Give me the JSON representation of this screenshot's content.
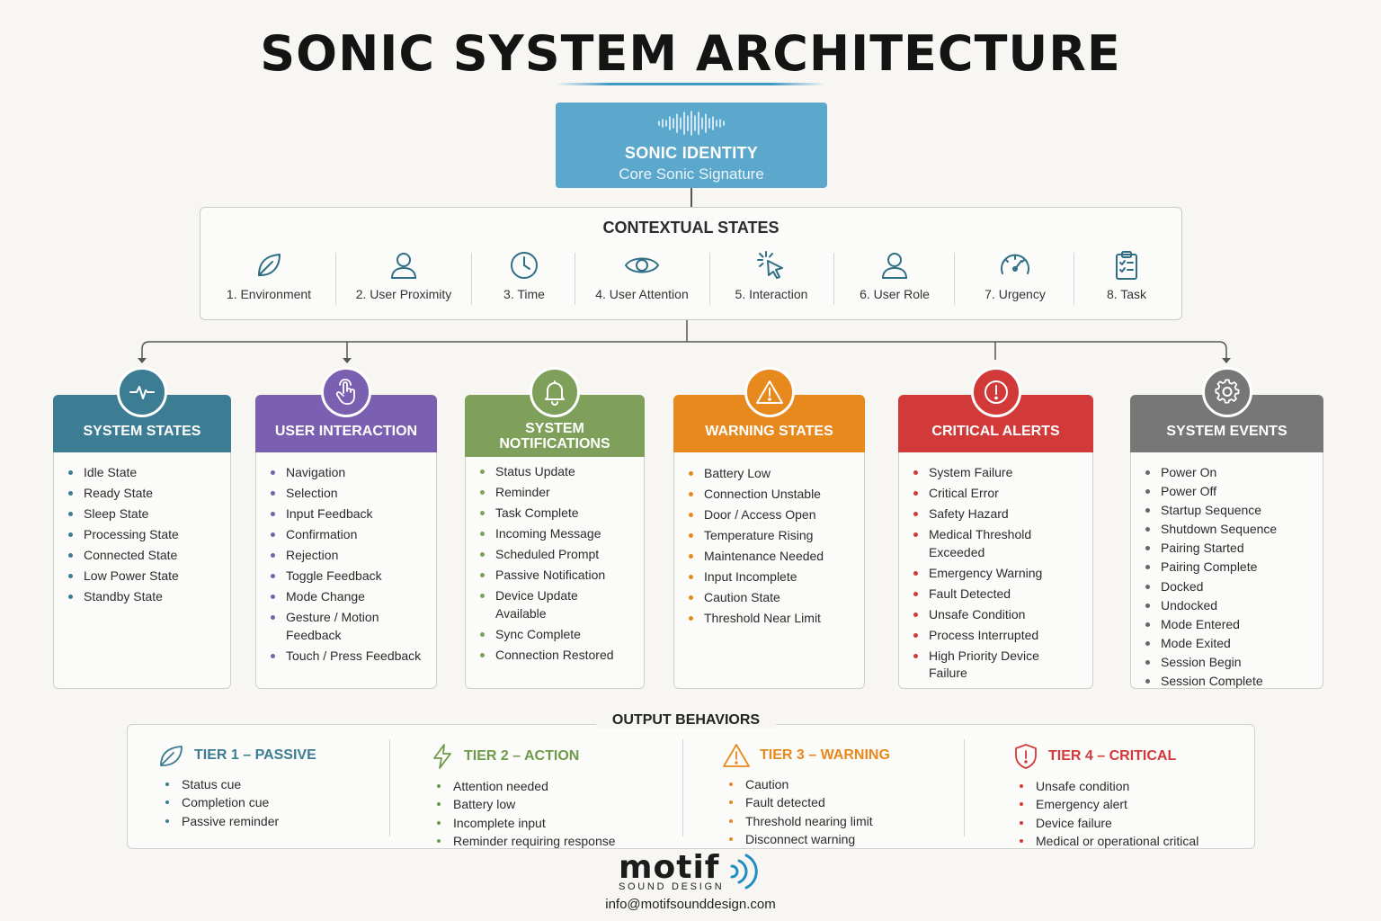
{
  "title": "SONIC SYSTEM ARCHITECTURE",
  "identity": {
    "title": "SONIC IDENTITY",
    "subtitle": "Core Sonic Signature",
    "icon": "soundwave-icon",
    "color": "#5ba8cc"
  },
  "context": {
    "title": "CONTEXTUAL STATES",
    "items": [
      {
        "label": "1. Environment",
        "icon": "leaf-icon"
      },
      {
        "label": "2. User Proximity",
        "icon": "user-icon"
      },
      {
        "label": "3. Time",
        "icon": "clock-icon"
      },
      {
        "label": "4. User Attention",
        "icon": "eye-icon"
      },
      {
        "label": "5. Interaction",
        "icon": "cursor-click-icon"
      },
      {
        "label": "6. User Role",
        "icon": "user-icon"
      },
      {
        "label": "7. Urgency",
        "icon": "gauge-icon"
      },
      {
        "label": "8. Task",
        "icon": "clipboard-icon"
      }
    ]
  },
  "categories": [
    {
      "title": "SYSTEM STATES",
      "color": "#3d7d94",
      "icon": "pulse-icon",
      "items": [
        "Idle State",
        "Ready State",
        "Sleep State",
        "Processing State",
        "Connected State",
        "Low Power State",
        "Standby State"
      ]
    },
    {
      "title": "USER INTERACTION",
      "color": "#7b5fb0",
      "icon": "touch-icon",
      "items": [
        "Navigation",
        "Selection",
        "Input Feedback",
        "Confirmation",
        "Rejection",
        "Toggle Feedback",
        "Mode Change",
        "Gesture / Motion Feedback",
        "Touch / Press Feedback"
      ]
    },
    {
      "title": "SYSTEM NOTIFICATIONS",
      "color": "#7ea05a",
      "icon": "bell-icon",
      "items": [
        "Status Update",
        "Reminder",
        "Task Complete",
        "Incoming Message",
        "Scheduled Prompt",
        "Passive Notification",
        "Device Update Available",
        "Sync Complete",
        "Connection Restored"
      ]
    },
    {
      "title": "WARNING STATES",
      "color": "#e8891e",
      "icon": "warning-triangle-icon",
      "items": [
        "Battery Low",
        "Connection Unstable",
        "Door / Access Open",
        "Temperature Rising",
        "Maintenance Needed",
        "Input Incomplete",
        "Caution State",
        "Threshold Near Limit"
      ]
    },
    {
      "title": "CRITICAL ALERTS",
      "color": "#d23a3a",
      "icon": "alert-circle-icon",
      "items": [
        "System Failure",
        "Critical Error",
        "Safety Hazard",
        "Medical Threshold Exceeded",
        "Emergency Warning",
        "Fault Detected",
        "Unsafe Condition",
        "Process Interrupted",
        "High Priority Device Failure"
      ]
    },
    {
      "title": "SYSTEM EVENTS",
      "color": "#777777",
      "icon": "gear-icon",
      "items": [
        "Power On",
        "Power Off",
        "Startup Sequence",
        "Shutdown Sequence",
        "Pairing Started",
        "Pairing Complete",
        "Docked",
        "Undocked",
        "Mode Entered",
        "Mode Exited",
        "Session Begin",
        "Session Complete"
      ]
    }
  ],
  "output": {
    "title": "OUTPUT BEHAVIORS",
    "tiers": [
      {
        "title": "TIER 1 – PASSIVE",
        "color": "#3d7d94",
        "icon": "leaf-icon",
        "items": [
          "Status cue",
          "Completion cue",
          "Passive reminder"
        ]
      },
      {
        "title": "TIER 2 – ACTION",
        "color": "#6f9a4a",
        "icon": "lightning-icon",
        "items": [
          "Attention needed",
          "Battery low",
          "Incomplete input",
          "Reminder requiring response"
        ]
      },
      {
        "title": "TIER 3 – WARNING",
        "color": "#e8891e",
        "icon": "warning-triangle-icon",
        "items": [
          "Caution",
          "Fault detected",
          "Threshold nearing limit",
          "Disconnect warning"
        ]
      },
      {
        "title": "TIER 4 – CRITICAL",
        "color": "#d23a3a",
        "icon": "shield-alert-icon",
        "items": [
          "Unsafe condition",
          "Emergency alert",
          "Device failure",
          "Medical or operational critical"
        ]
      }
    ]
  },
  "logo": {
    "word": "motif",
    "sub": "SOUND DESIGN"
  },
  "email": "info@motifsounddesign.com"
}
